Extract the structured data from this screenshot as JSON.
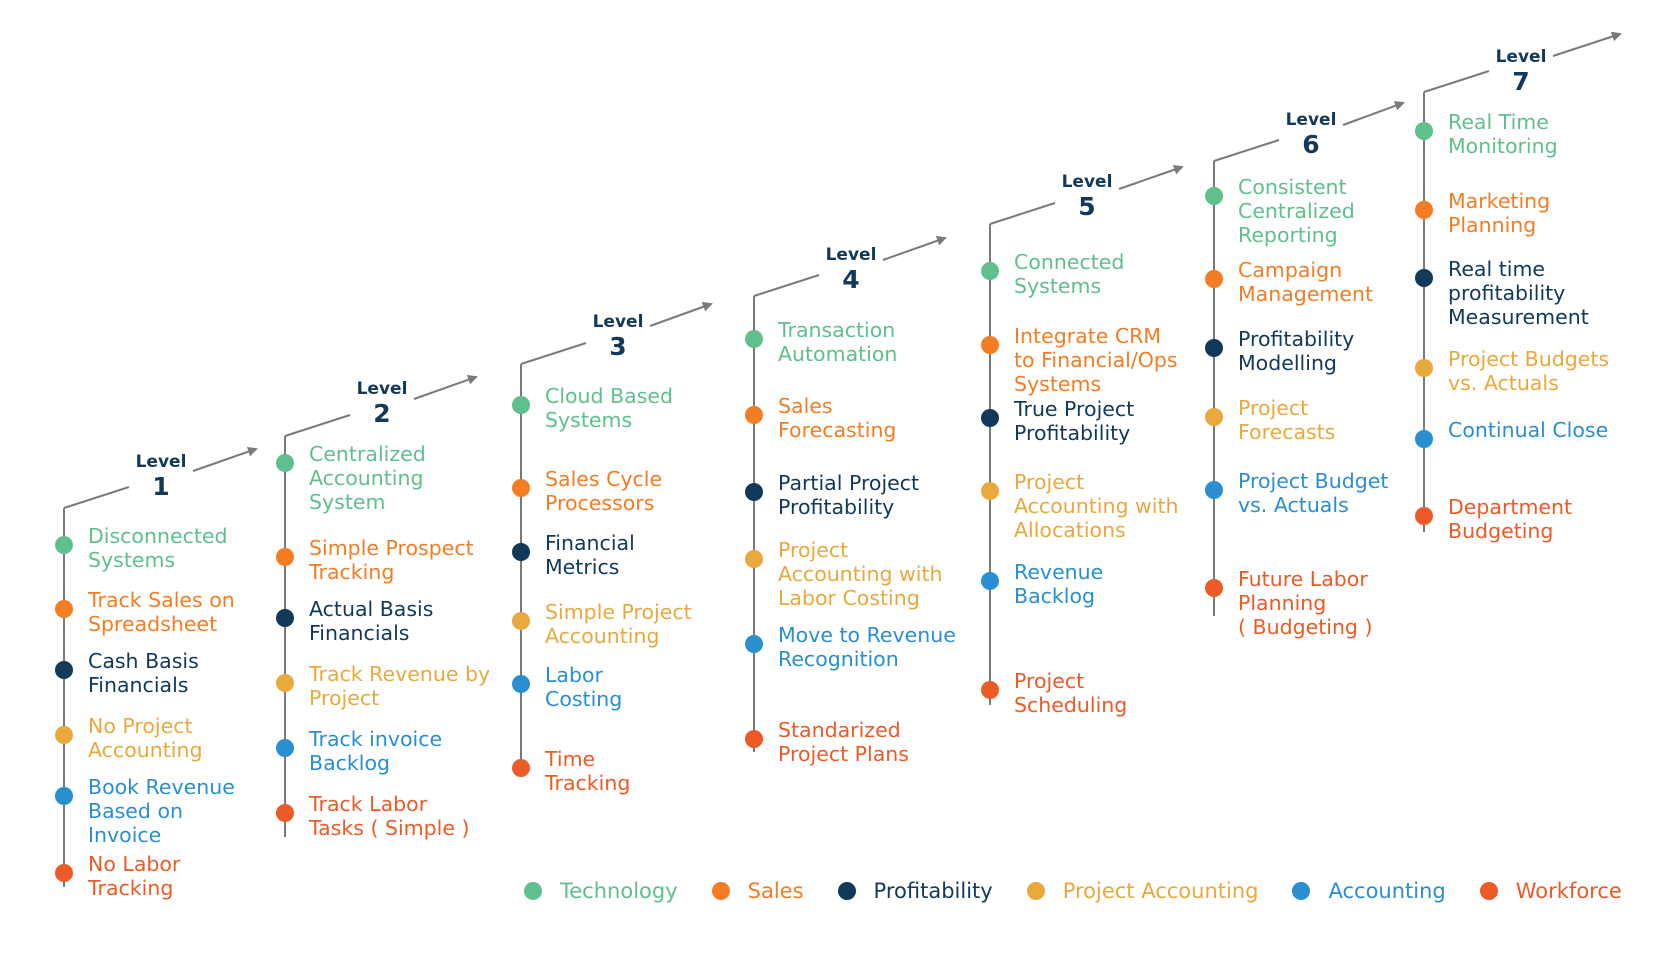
{
  "categories": {
    "technology": {
      "label": "Technology",
      "color": "#5fbf8d"
    },
    "sales": {
      "label": "Sales",
      "color": "#f47c23"
    },
    "profitability": {
      "label": "Profitability",
      "color": "#12395a"
    },
    "project_accounting": {
      "label": "Project Accounting",
      "color": "#e9a93d"
    },
    "accounting": {
      "label": "Accounting",
      "color": "#2a8fd0"
    },
    "workforce": {
      "label": "Workforce",
      "color": "#ec5a26"
    }
  },
  "legend_order": [
    "technology",
    "sales",
    "profitability",
    "project_accounting",
    "accounting",
    "workforce"
  ],
  "levels": [
    {
      "label": "Level",
      "number": "1",
      "items": [
        {
          "category": "technology",
          "text": "Disconnected\nSystems"
        },
        {
          "category": "sales",
          "text": "Track Sales on\nSpreadsheet"
        },
        {
          "category": "profitability",
          "text": "Cash Basis\nFinancials"
        },
        {
          "category": "project_accounting",
          "text": "No Project\nAccounting"
        },
        {
          "category": "accounting",
          "text": "Book Revenue\nBased on\nInvoice"
        },
        {
          "category": "workforce",
          "text": "No Labor\nTracking"
        }
      ]
    },
    {
      "label": "Level",
      "number": "2",
      "items": [
        {
          "category": "technology",
          "text": "Centralized\nAccounting\nSystem"
        },
        {
          "category": "sales",
          "text": "Simple Prospect\nTracking"
        },
        {
          "category": "profitability",
          "text": "Actual Basis\nFinancials"
        },
        {
          "category": "project_accounting",
          "text": "Track Revenue by\nProject"
        },
        {
          "category": "accounting",
          "text": "Track invoice\nBacklog"
        },
        {
          "category": "workforce",
          "text": "Track Labor\nTasks ( Simple )"
        }
      ]
    },
    {
      "label": "Level",
      "number": "3",
      "items": [
        {
          "category": "technology",
          "text": "Cloud Based\nSystems"
        },
        {
          "category": "sales",
          "text": "Sales Cycle\nProcessors"
        },
        {
          "category": "profitability",
          "text": "Financial\nMetrics"
        },
        {
          "category": "project_accounting",
          "text": "Simple Project\nAccounting"
        },
        {
          "category": "accounting",
          "text": "Labor\nCosting"
        },
        {
          "category": "workforce",
          "text": "Time\nTracking"
        }
      ]
    },
    {
      "label": "Level",
      "number": "4",
      "items": [
        {
          "category": "technology",
          "text": "Transaction\nAutomation"
        },
        {
          "category": "sales",
          "text": "Sales\nForecasting"
        },
        {
          "category": "profitability",
          "text": "Partial Project\nProfitability"
        },
        {
          "category": "project_accounting",
          "text": "Project\nAccounting with\nLabor Costing"
        },
        {
          "category": "accounting",
          "text": "Move to Revenue\nRecognition"
        },
        {
          "category": "workforce",
          "text": "Standarized\nProject Plans"
        }
      ]
    },
    {
      "label": "Level",
      "number": "5",
      "items": [
        {
          "category": "technology",
          "text": "Connected\nSystems"
        },
        {
          "category": "sales",
          "text": "Integrate CRM\nto Financial/Ops\nSystems"
        },
        {
          "category": "profitability",
          "text": "True Project\nProfitability"
        },
        {
          "category": "project_accounting",
          "text": "Project\nAccounting with\nAllocations"
        },
        {
          "category": "accounting",
          "text": "Revenue\nBacklog"
        },
        {
          "category": "workforce",
          "text": "Project\nScheduling"
        }
      ]
    },
    {
      "label": "Level",
      "number": "6",
      "items": [
        {
          "category": "technology",
          "text": "Consistent\nCentralized\nReporting"
        },
        {
          "category": "sales",
          "text": "Campaign\nManagement"
        },
        {
          "category": "profitability",
          "text": "Profitability\nModelling"
        },
        {
          "category": "project_accounting",
          "text": "Project\nForecasts"
        },
        {
          "category": "accounting",
          "text": "Project Budget\nvs. Actuals"
        },
        {
          "category": "workforce",
          "text": "Future Labor\nPlanning\n( Budgeting )"
        }
      ]
    },
    {
      "label": "Level",
      "number": "7",
      "items": [
        {
          "category": "technology",
          "text": "Real Time\nMonitoring"
        },
        {
          "category": "sales",
          "text": "Marketing\nPlanning"
        },
        {
          "category": "profitability",
          "text": "Real time\nprofitability\nMeasurement"
        },
        {
          "category": "project_accounting",
          "text": "Project Budgets\nvs. Actuals"
        },
        {
          "category": "accounting",
          "text": "Continual Close"
        },
        {
          "category": "workforce",
          "text": "Department\nBudgeting"
        }
      ]
    }
  ]
}
